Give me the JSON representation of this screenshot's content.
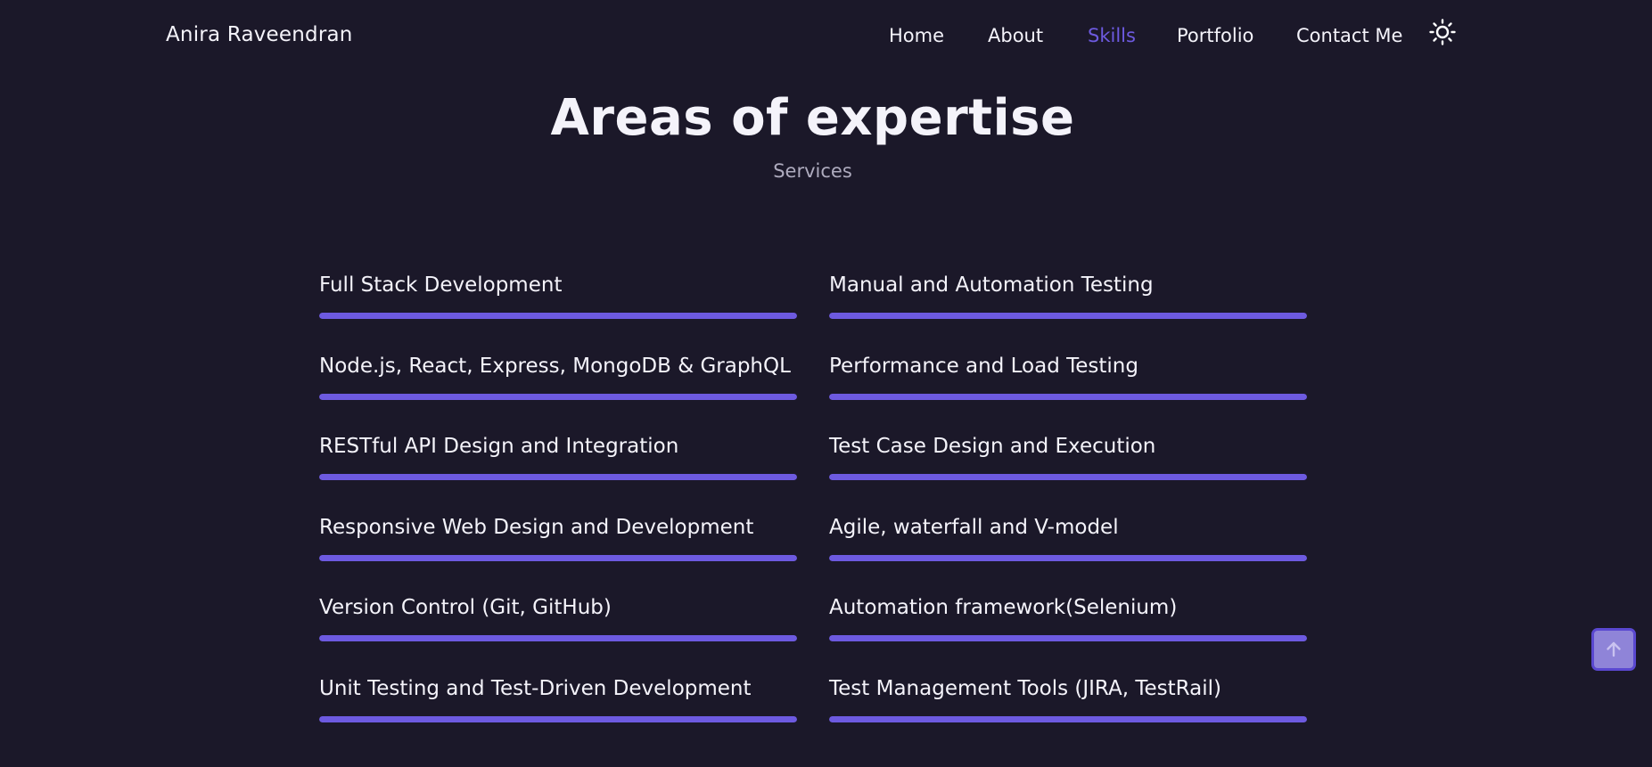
{
  "header": {
    "logo": "Anira Raveendran",
    "nav": [
      {
        "label": "Home",
        "active": false
      },
      {
        "label": "About",
        "active": false
      },
      {
        "label": "Skills",
        "active": true
      },
      {
        "label": "Portfolio",
        "active": false
      },
      {
        "label": "Contact Me",
        "active": false
      }
    ],
    "theme_icon": "sun-icon"
  },
  "section": {
    "title": "Areas of expertise",
    "subtitle": "Services"
  },
  "skills": [
    {
      "name": "Full Stack Development",
      "level": 1.0
    },
    {
      "name": "Manual and Automation Testing",
      "level": 1.0
    },
    {
      "name": "Node.js, React, Express, MongoDB & GraphQL",
      "level": 1.0
    },
    {
      "name": "Performance and Load Testing",
      "level": 1.0
    },
    {
      "name": "RESTful API Design and Integration",
      "level": 1.0
    },
    {
      "name": "Test Case Design and Execution",
      "level": 1.0
    },
    {
      "name": "Responsive Web Design and Development",
      "level": 1.0
    },
    {
      "name": "Agile, waterfall and V-model",
      "level": 1.0
    },
    {
      "name": "Version Control (Git, GitHub)",
      "level": 1.0
    },
    {
      "name": "Automation framework(Selenium)",
      "level": 1.0
    },
    {
      "name": "Unit Testing and Test-Driven Development",
      "level": 1.0
    },
    {
      "name": "Test Management Tools (JIRA, TestRail)",
      "level": 1.0
    }
  ],
  "scroll_top_icon": "arrow-up-icon",
  "colors": {
    "background": "#1b1829",
    "accent": "#6d5ae0",
    "text": "#f4f3fa",
    "muted": "#aeabbe"
  }
}
